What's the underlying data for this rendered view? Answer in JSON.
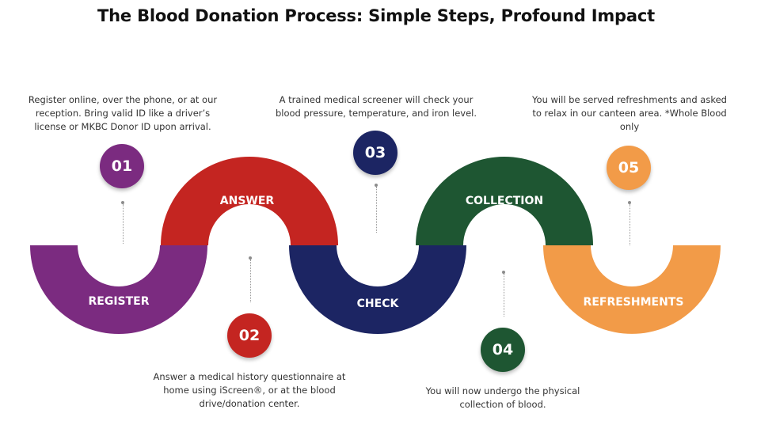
{
  "title": "The Blood Donation Process: Simple Steps, Profound Impact",
  "steps": [
    {
      "number": "01",
      "label": "REGISTER",
      "description": "Register online, over the phone, or at our reception. Bring valid ID like a driver’s license or MKBC Donor ID upon arrival.",
      "color": "#7b2b80"
    },
    {
      "number": "02",
      "label": "ANSWER",
      "description": "Answer a medical history questionnaire at home using iScreen®, or at the blood drive/donation center.",
      "color": "#c42521"
    },
    {
      "number": "03",
      "label": "CHECK",
      "description": "A trained medical screener will check your blood pressure, temperature, and iron level.",
      "color": "#1c2563"
    },
    {
      "number": "04",
      "label": "COLLECTION",
      "description": "You will now undergo the physical collection of blood.",
      "color": "#1e5632"
    },
    {
      "number": "05",
      "label": "REFRESHMENTS",
      "description": "You will be served refreshments and asked to relax in our canteen area. *Whole Blood only",
      "color": "#f29b48"
    }
  ]
}
